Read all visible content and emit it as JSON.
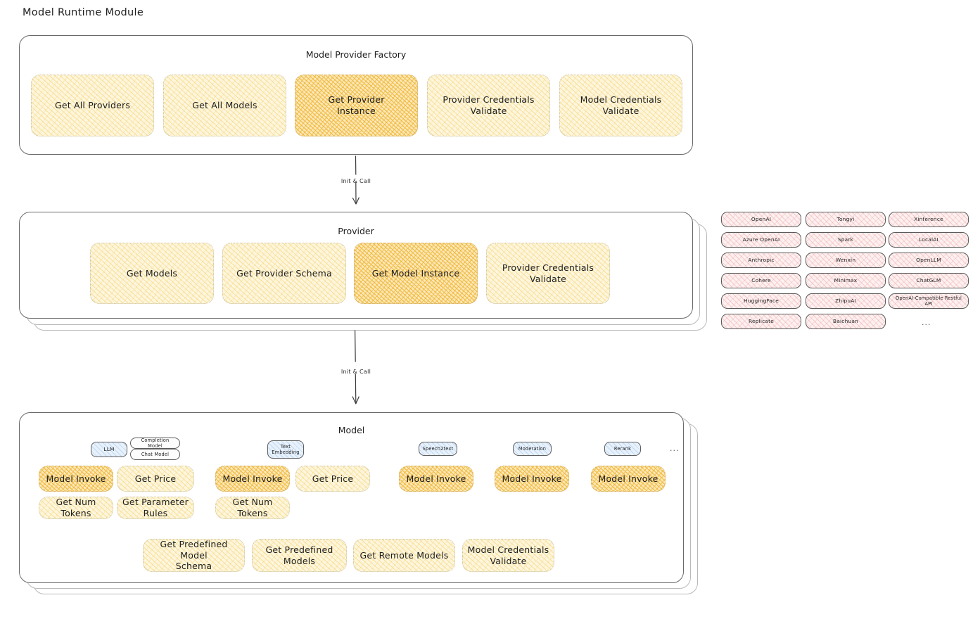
{
  "page": {
    "title": "Model Runtime Module"
  },
  "colors": {
    "card_yellow": "#fdf6de",
    "card_orange": "#fbe8b8",
    "tag_pink": "#fdf0f0",
    "badge_blue": "#e8f1fb",
    "stroke": "#6a6a6a",
    "text": "#1e1e1e"
  },
  "factory": {
    "title": "Model Provider Factory",
    "cards": [
      {
        "label": "Get All Providers",
        "highlight": false
      },
      {
        "label": "Get All Models",
        "highlight": false
      },
      {
        "label": "Get Provider\nInstance",
        "highlight": true
      },
      {
        "label": "Provider Credentials\nValidate",
        "highlight": false
      },
      {
        "label": "Model Credentials\nValidate",
        "highlight": false
      }
    ]
  },
  "arrows": [
    {
      "label": "Init & Call"
    },
    {
      "label": "Init & Call"
    }
  ],
  "provider": {
    "title": "Provider",
    "cards": [
      {
        "label": "Get Models",
        "highlight": false
      },
      {
        "label": "Get Provider Schema",
        "highlight": false
      },
      {
        "label": "Get Model Instance",
        "highlight": true
      },
      {
        "label": "Provider Credentials\nValidate",
        "highlight": false
      }
    ]
  },
  "provider_list": {
    "columns": [
      {
        "items": [
          "OpenAI",
          "Azure OpenAI",
          "Anthropic",
          "Cohere",
          "HuggingFace",
          "Replicate"
        ]
      },
      {
        "items": [
          "Tongyi",
          "Spark",
          "Wenxin",
          "Minimax",
          "ZhipuAI",
          "Baichuan"
        ]
      },
      {
        "items": [
          "Xinference",
          "LocalAI",
          "OpenLLM",
          "ChatGLM",
          "OpenAI-Compatible Restful API"
        ]
      }
    ],
    "more": "..."
  },
  "model": {
    "title": "Model",
    "more": "...",
    "types": [
      {
        "badge": "LLM",
        "sub_badges": [
          "Completion Model",
          "Chat Model"
        ],
        "methods": [
          {
            "label": "Model Invoke",
            "highlight": true
          },
          {
            "label": "Get Price",
            "highlight": false
          },
          {
            "label": "Get Num Tokens",
            "highlight": false
          },
          {
            "label": "Get Parameter\nRules",
            "highlight": false
          }
        ]
      },
      {
        "badge": "Text\nEmbedding",
        "sub_badges": [],
        "methods": [
          {
            "label": "Model Invoke",
            "highlight": true
          },
          {
            "label": "Get Price",
            "highlight": false
          },
          {
            "label": "Get Num Tokens",
            "highlight": false
          }
        ]
      },
      {
        "badge": "Speech2text",
        "sub_badges": [],
        "methods": [
          {
            "label": "Model Invoke",
            "highlight": true
          }
        ]
      },
      {
        "badge": "Moderation",
        "sub_badges": [],
        "methods": [
          {
            "label": "Model Invoke",
            "highlight": true
          }
        ]
      },
      {
        "badge": "Rerank",
        "sub_badges": [],
        "methods": [
          {
            "label": "Model Invoke",
            "highlight": true
          }
        ]
      }
    ],
    "shared_methods": [
      {
        "label": "Get Predefined Model\nSchema"
      },
      {
        "label": "Get Predefined\nModels"
      },
      {
        "label": "Get Remote Models"
      },
      {
        "label": "Model Credentials\nValidate"
      }
    ]
  }
}
